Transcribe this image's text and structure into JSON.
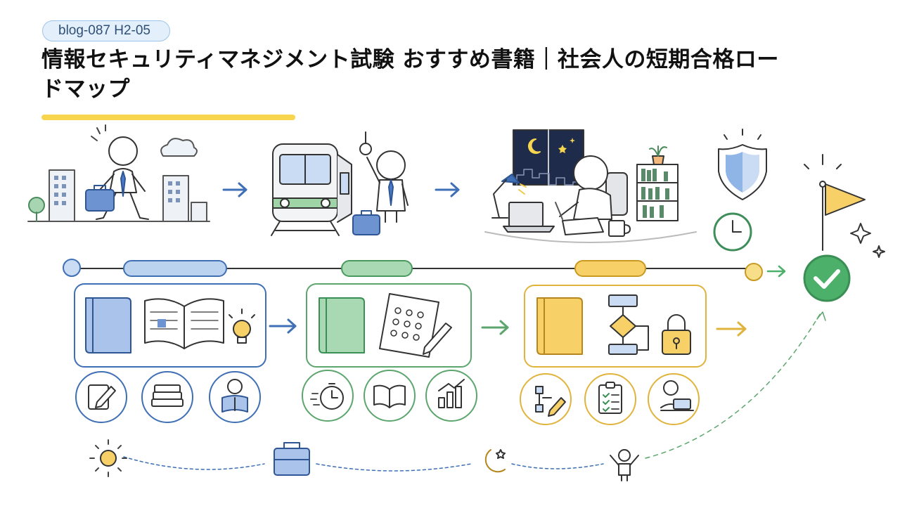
{
  "header": {
    "tag": "blog-087 H2-05",
    "title": "情報セキュリティマネジメント試験 おすすめ書籍｜社会人の短期合格ロードマップ"
  },
  "colors": {
    "accent_yellow": "#f7d54e",
    "stage_blue": "#3f6fb5",
    "stage_green": "#5ca66e",
    "stage_yellow": "#e0b43c",
    "goal_green": "#4caf6a"
  },
  "scenes": [
    {
      "name": "commute-walk",
      "icons": [
        "businessman-icon",
        "briefcase-icon",
        "building-icon",
        "cloud-icon",
        "tree-icon"
      ]
    },
    {
      "name": "train",
      "icons": [
        "train-icon",
        "strap-handle-icon",
        "businessman-icon",
        "briefcase-icon"
      ]
    },
    {
      "name": "night-study",
      "icons": [
        "window-night-icon",
        "moon-icon",
        "desk-lamp-icon",
        "laptop-icon",
        "mug-icon",
        "bookshelf-icon",
        "plant-icon"
      ]
    },
    {
      "name": "goal",
      "icons": [
        "shield-icon",
        "clock-icon",
        "flag-icon",
        "checkmark-icon",
        "sparkle-icon"
      ]
    }
  ],
  "stages": [
    {
      "color": "blue",
      "main_icons": [
        "book-icon",
        "open-book-icon",
        "lightbulb-icon"
      ],
      "sub_icons": [
        "note-pencil-icon",
        "book-stack-icon",
        "reader-icon"
      ]
    },
    {
      "color": "green",
      "main_icons": [
        "book-icon",
        "answer-sheet-icon"
      ],
      "sub_icons": [
        "stopwatch-icon",
        "open-book-icon",
        "chart-up-icon"
      ]
    },
    {
      "color": "yellow",
      "main_icons": [
        "book-icon",
        "flowchart-icon",
        "padlock-icon"
      ],
      "sub_icons": [
        "diagram-pencil-icon",
        "checklist-icon",
        "laptop-user-icon"
      ]
    }
  ],
  "daily_path": [
    "sun-icon",
    "briefcase-icon",
    "moon-star-icon",
    "cheering-person-icon"
  ]
}
